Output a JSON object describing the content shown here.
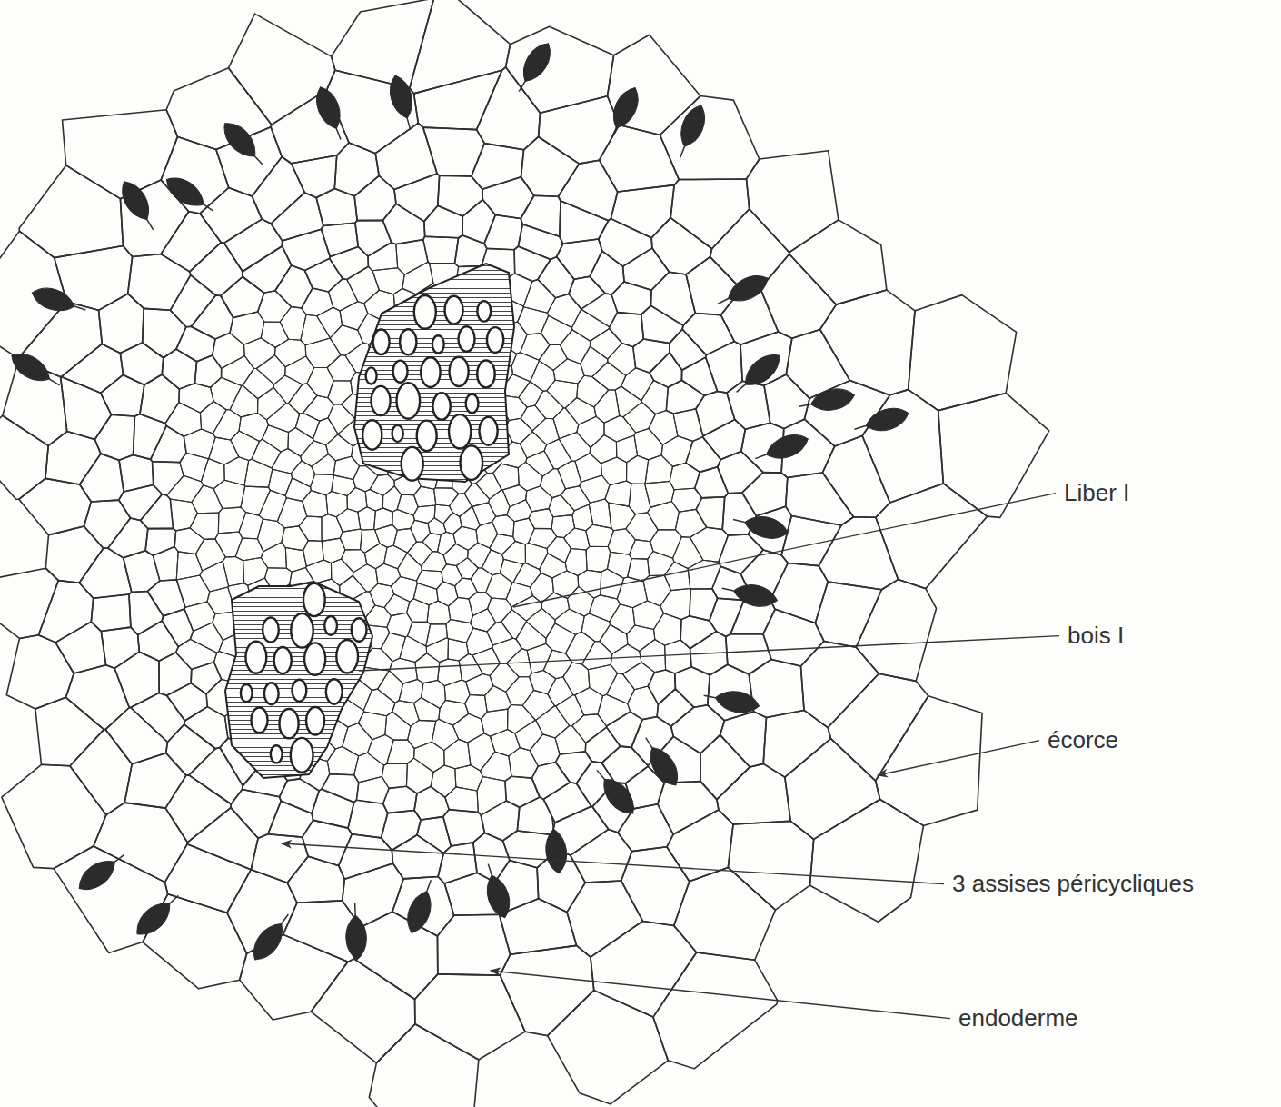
{
  "diagram": {
    "labels": [
      "Liber I",
      "bois I",
      "écorce",
      "3 assises péricycliques",
      "endoderme"
    ]
  }
}
